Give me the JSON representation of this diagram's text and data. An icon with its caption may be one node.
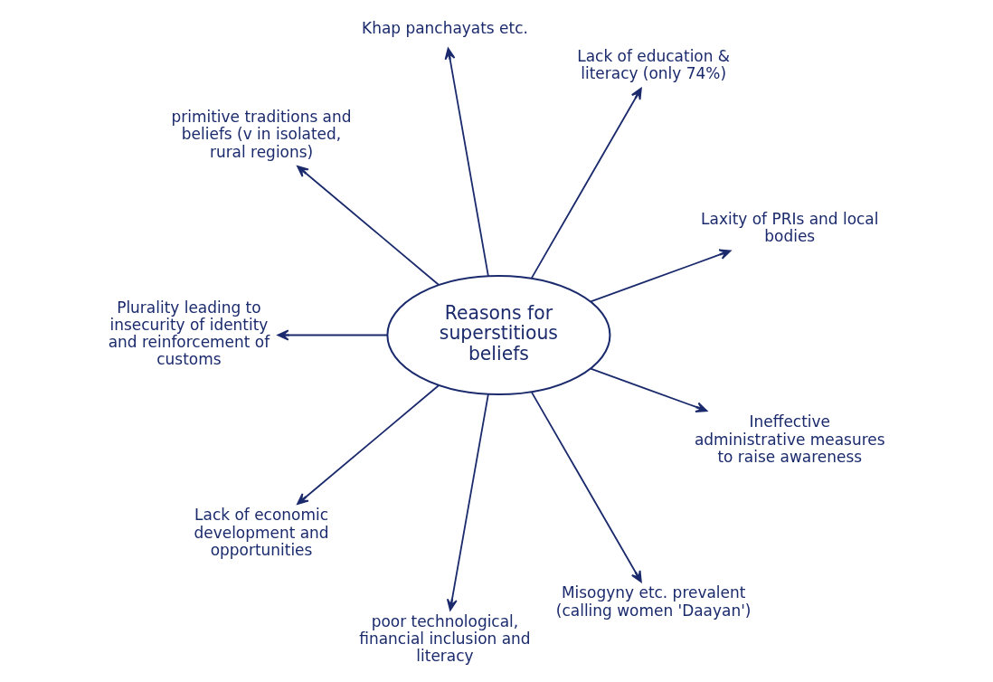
{
  "diagram": {
    "nodes": [
      {
        "text": [
          "Reasons for superstitious beliefs"
        ]
      },
      {
        "text": [
          "Laxity of PRIs and local bodies"
        ]
      },
      {
        "text": [
          "Lack of education & literacy (only 74%)"
        ]
      },
      {
        "text": [
          "Khap panchayats etc."
        ]
      },
      {
        "text": [
          "primitive traditions and beliefs (v in isolated, rural regions)"
        ]
      },
      {
        "text": [
          "Plurality leading to insecurity of identity and reinforcement of customs"
        ]
      },
      {
        "text": [
          "Lack of economic development and opportunities"
        ]
      },
      {
        "text": [
          "poor technological, financial inclusion and literacy"
        ]
      },
      {
        "text": [
          "Misogyny etc. prevalent (calling women 'Daayan')"
        ]
      },
      {
        "text": [
          "Ineffective administrative measures to raise awareness"
        ]
      }
    ],
    "edges": [
      {
        "from": 0,
        "to": 2,
        "arrow": "to"
      },
      {
        "from": 0,
        "to": 3,
        "arrow": "to"
      },
      {
        "from": 0,
        "to": 4,
        "arrow": "to"
      },
      {
        "from": 0,
        "to": 6,
        "arrow": "to"
      },
      {
        "from": 0,
        "to": 9,
        "arrow": "to"
      },
      {
        "from": 0,
        "to": 8,
        "arrow": "to"
      },
      {
        "from": 0,
        "to": 7,
        "arrow": "to"
      },
      {
        "from": 0,
        "to": 5,
        "arrow": "to"
      },
      {
        "from": 0,
        "to": 1,
        "arrow": "to"
      }
    ]
  }
}
